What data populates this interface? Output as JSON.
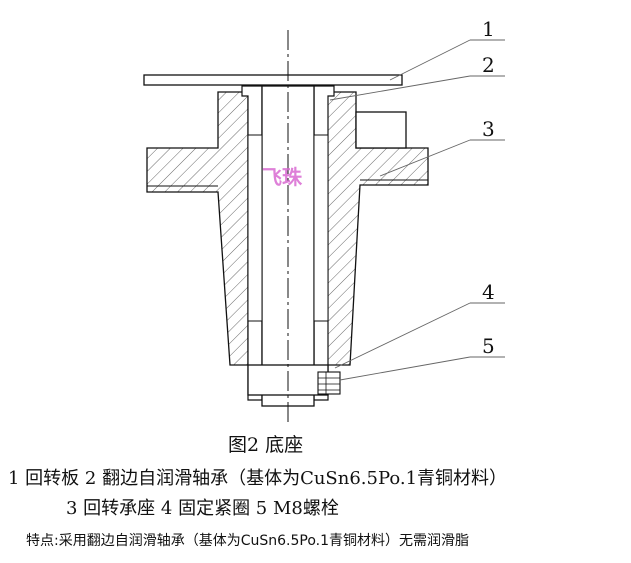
{
  "diagram": {
    "callouts": [
      "1",
      "2",
      "3",
      "4",
      "5"
    ],
    "watermark": "飞珠"
  },
  "caption": "图2 底座",
  "legend": {
    "line1": "1 回转板  2 翻边自润滑轴承（基体为CuSn6.5Po.1青铜材料）",
    "line2": "3 回转承座   4 固定紧圈   5  M8螺栓"
  },
  "note": "特点:采用翻边自润滑轴承（基体为CuSn6.5Po.1青铜材料）无需润滑脂",
  "colors": {
    "line": "#111111",
    "hatch": "#444444",
    "leader": "#666666",
    "watermark": "#d96ad2"
  }
}
